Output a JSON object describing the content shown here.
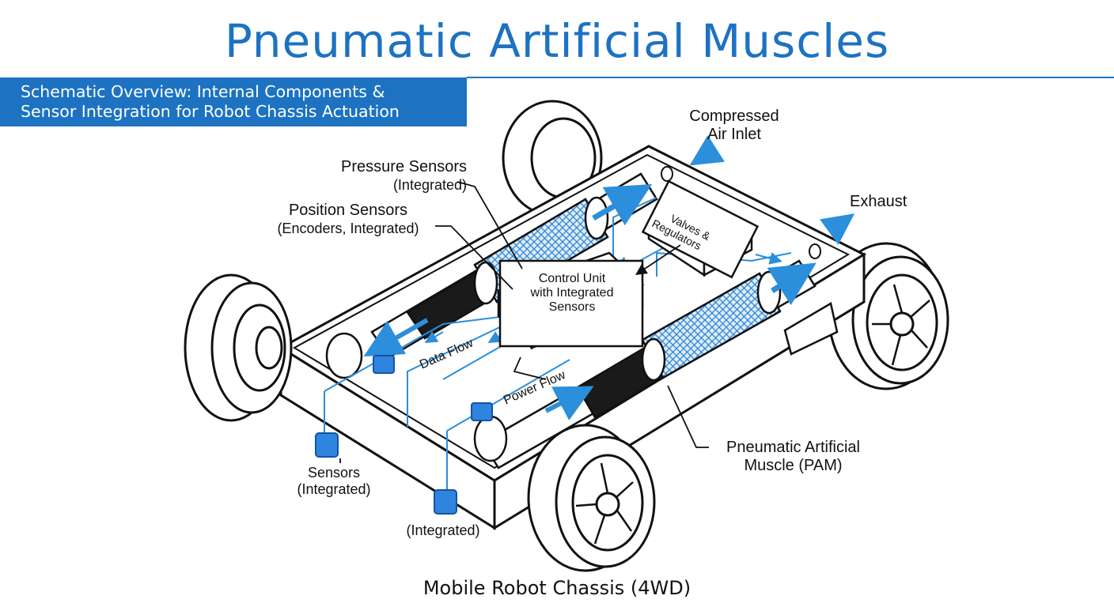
{
  "title": "Pneumatic Artificial Muscles",
  "subtitle_line1": "Schematic Overview: Internal Components &",
  "subtitle_line2": "Sensor Integration for Robot Chassis Actuation",
  "labels": {
    "compressed_air_1": "Compressed",
    "compressed_air_2": "Air Inlet",
    "exhaust": "Exhaust",
    "pressure_sensors_1": "Pressure Sensors",
    "pressure_sensors_2": "(Integrated)",
    "position_sensors_1": "Position Sensors",
    "position_sensors_2": "(Encoders, Integrated)",
    "valves_1": "Valves &",
    "valves_2": "Regulators",
    "control_unit_1": "Control Unit",
    "control_unit_2": "with Integrated",
    "control_unit_3": "Sensors",
    "data_flow": "Data Flow",
    "power_flow": "Power Flow",
    "pam_1": "Pneumatic Artificial",
    "pam_2": "Muscle (PAM)",
    "sensors_1": "Sensors",
    "sensors_2": "(Integrated)",
    "integrated": "(Integrated)"
  },
  "footer": "Mobile Robot Chassis (4WD)",
  "colors": {
    "accent": "#1d72c2",
    "flow_line": "#2b8fdc",
    "mesh": "#3b8fd8",
    "outline": "#111111"
  }
}
